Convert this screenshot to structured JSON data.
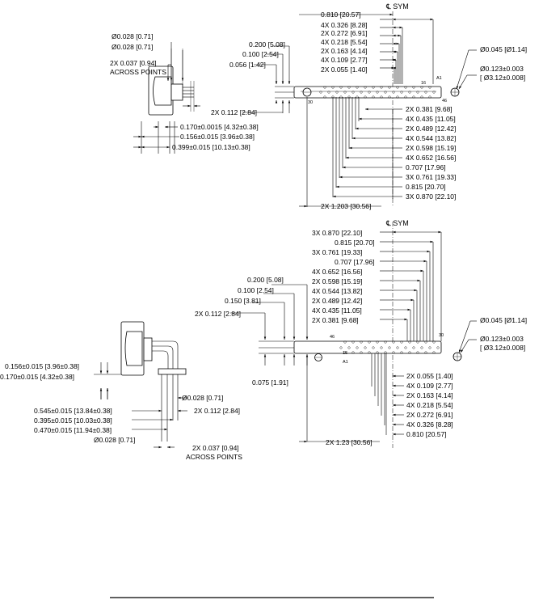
{
  "top_side": {
    "pin_dia_1": "Ø0.028 [0.71]",
    "pin_dia_2": "Ø0.028 [0.71]",
    "across_points_dim": "2X 0.037 [0.94]",
    "across_points_text": "ACROSS POINTS",
    "pitch": "2X 0.112 [2.84]",
    "dim_a": "0.170±0.0015 [4.32±0.38]",
    "dim_b": "0.156±0.015 [3.96±0.38]",
    "dim_c": "0.399±0.015 [10.13±0.38]"
  },
  "top_front": {
    "centerline": "℄ SYM",
    "upper_dims": [
      "0.810 [20.57]",
      "4X 0.326 [8.28]",
      "2X 0.272 [6.91]",
      "4X 0.218 [5.54]",
      "2X 0.163 [4.14]",
      "4X 0.109 [2.77]",
      "2X 0.055 [1.40]"
    ],
    "left_dims": [
      "0.200 [5.08]",
      "0.100 [2.54]",
      "0.056 [1.42]"
    ],
    "pin_hole": "Ø0.045 [Ø1.14]",
    "mount_hole_1": "Ø0.123±0.003",
    "mount_hole_2": "[ Ø3.12±0.008]",
    "pins": {
      "p16": "16",
      "a1": "A1",
      "p30": "30",
      "p46": "46"
    },
    "lower_dims": [
      "2X 0.381 [9.68]",
      "4X 0.435 [11.05]",
      "2X 0.489 [12.42]",
      "4X 0.544 [13.82]",
      "2X 0.598 [15.19]",
      "4X 0.652 [16.56]",
      "0.707 [17.96]",
      "3X 0.761 [19.33]",
      "0.815 [20.70]",
      "3X 0.870 [22.10]"
    ],
    "overall": "2X 1.203 [30.56]"
  },
  "bottom_front": {
    "centerline": "℄ SYM",
    "upper_dims": [
      "3X 0.870 [22.10]",
      "0.815 [20.70]",
      "3X 0.761 [19.33]",
      "0.707 [17.96]",
      "4X 0.652 [16.56]",
      "2X 0.598 [15.19]",
      "4X 0.544 [13.82]",
      "2X 0.489 [12.42]",
      "4X 0.435 [11.05]",
      "2X 0.381 [9.68]"
    ],
    "left_dims": [
      "0.200 [5.08]",
      "0.100 [2.54]",
      "0.150 [3.81]",
      "2X 0.112 [2.84]",
      "0.075 [1.91]"
    ],
    "pin_hole": "Ø0.045 [Ø1.14]",
    "mount_hole_1": "Ø0.123±0.003",
    "mount_hole_2": "[ Ø3.12±0.008]",
    "pins": {
      "p46": "46",
      "p30": "30",
      "p16": "16",
      "a1": "A1"
    },
    "lower_dims": [
      "2X 0.055 [1.40]",
      "4X 0.109 [2.77]",
      "2X 0.163 [4.14]",
      "4X 0.218 [5.54]",
      "2X 0.272 [6.91]",
      "4X 0.326 [8.28]",
      "0.810 [20.57]"
    ],
    "overall": "2X 1.23 [30.56]"
  },
  "bottom_side": {
    "dim_a": "0.156±0.015 [3.96±0.38]",
    "dim_b": "0.170±0.015 [4.32±0.38]",
    "pin_dia_1": "Ø0.028 [0.71]",
    "pitch": "2X 0.112 [2.84]",
    "dim_c": "0.545±0.015 [13.84±0.38]",
    "dim_d": "0.395±0.015 [10.03±0.38]",
    "dim_e": "0.470±0.015 [11.94±0.38]",
    "pin_dia_2": "Ø0.028 [0.71]",
    "across_points_dim": "2X 0.037 [0.94]",
    "across_points_text": "ACROSS POINTS"
  }
}
